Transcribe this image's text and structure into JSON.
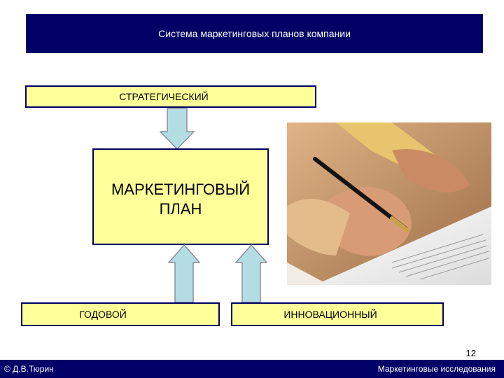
{
  "header": {
    "title": "Система маркетинговых планов компании"
  },
  "diagram": {
    "top_box": "СТРАТЕГИЧЕСКИЙ",
    "center_box_line1": "МАРКЕТИНГОВЫЙ",
    "center_box_line2": "ПЛАН",
    "bottom_left_box": "ГОДОВОЙ",
    "bottom_right_box": "ИННОВАЦИОННЫЙ"
  },
  "colors": {
    "dark_blue": "#000066",
    "box_fill": "#ffff99",
    "arrow_fill": "#b4dde3"
  },
  "slide": {
    "page_number": "12"
  },
  "footer": {
    "author": "© Д.В.Тюрин",
    "course": "Маркетинговые исследования"
  }
}
